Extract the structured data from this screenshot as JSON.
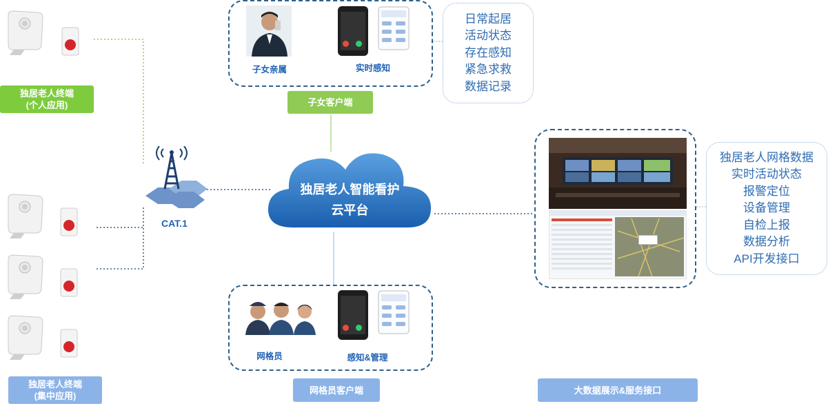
{
  "cloud": {
    "line1": "独居老人智能看护",
    "line2": "云平台"
  },
  "tower": {
    "label": "CAT.1"
  },
  "terminals": {
    "personal": {
      "title": "独居老人终端",
      "subtitle": "(个人应用)",
      "color": "#7ecb3e"
    },
    "central": {
      "title": "独居老人终端",
      "subtitle": "(集中应用)",
      "color": "#8bb3e8"
    }
  },
  "family_client": {
    "items": [
      "子女亲属",
      "实时感知"
    ],
    "label": "子女客户端",
    "label_color": "#8fcb55"
  },
  "family_features": [
    "日常起居",
    "活动状态",
    "存在感知",
    "紧急求救",
    "数据记录"
  ],
  "grid_client": {
    "items": [
      "网格员",
      "感知&管理"
    ],
    "label": "网格员客户端",
    "label_color": "#8bb3e8"
  },
  "bigdata": {
    "label": "大数据展示&服务接口",
    "label_color": "#8bb3e8",
    "features": [
      "独居老人网格数据",
      "实时活动状态",
      "报警定位",
      "设备管理",
      "自检上报",
      "数据分析",
      "API开发接口"
    ]
  },
  "colors": {
    "accent_blue": "#1f62b5",
    "feature_blue": "#2f6db3",
    "dash_navy": "#2e5f8a"
  }
}
